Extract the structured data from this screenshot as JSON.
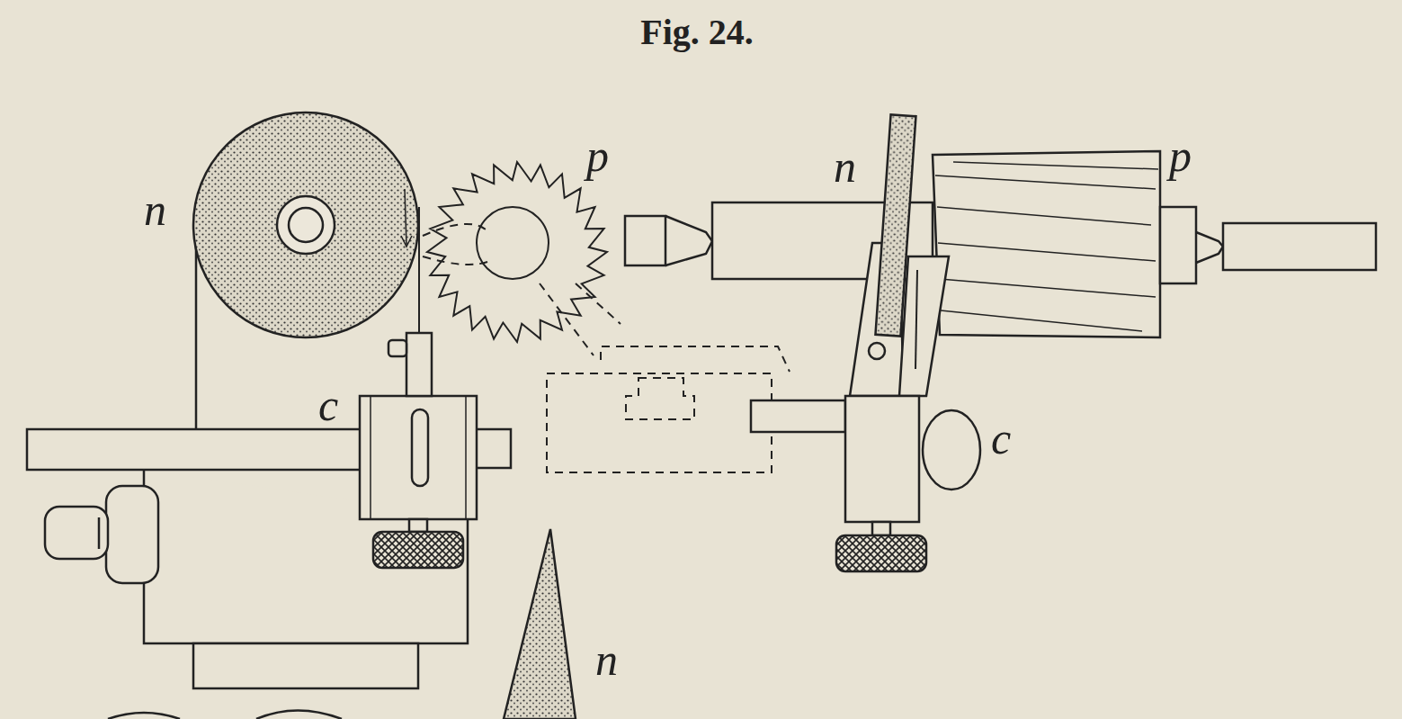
{
  "diagram": {
    "title": "Fig. 24.",
    "labels": [
      "n",
      "p",
      "n",
      "p",
      "c",
      "c",
      "n"
    ]
  }
}
